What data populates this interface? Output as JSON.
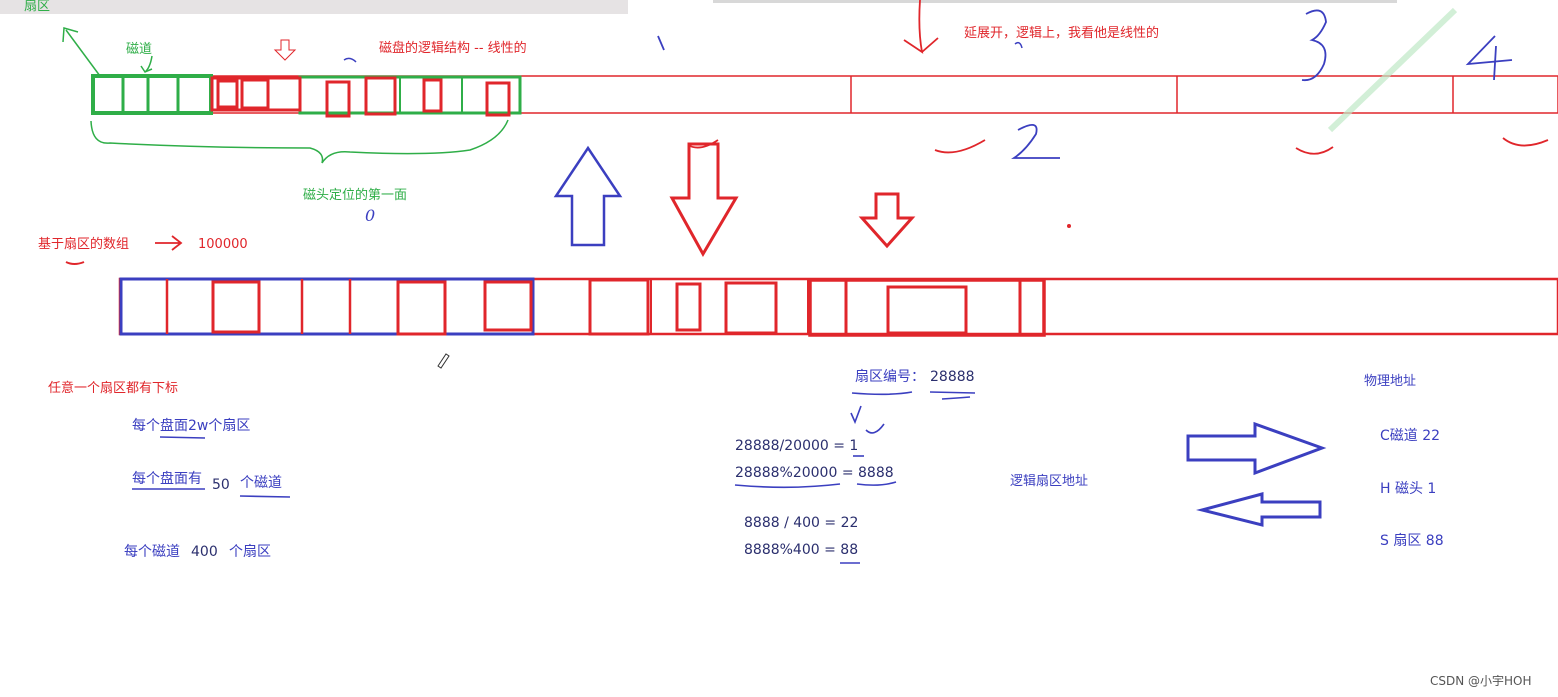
{
  "labels": {
    "sector_top": "扇区",
    "track": "磁道",
    "logical_structure": "磁盘的逻辑结构 -- 线性的",
    "extend": "延展开，逻辑上，我看他是线性的",
    "head_first_face": "磁头定位的第一面",
    "zero_mark": "0",
    "array_label": "基于扇区的数组",
    "array_count": "100000",
    "index_note": "任意一个扇区都有下标",
    "per_face": "每个盘面2w个扇区",
    "per_face_tracks_a": "每个盘面有",
    "per_face_tracks_num": "50",
    "per_face_tracks_b": "个磁道",
    "per_track": "每个磁道",
    "per_track_num": "400",
    "per_track_b": "个扇区",
    "sector_no_label": "扇区编号：",
    "sector_no_value": "28888",
    "calc1": "28888/20000 = 1",
    "calc2": "28888%20000 = 8888",
    "calc3": "8888 / 400 = 22",
    "calc4": "8888%400 = 88",
    "logical_addr": "逻辑扇区地址",
    "physical_addr": "物理地址",
    "c_line": "C磁道   22",
    "h_line": "H 磁头   1",
    "s_line": "S 扇区    88",
    "num1": "1",
    "num2": "2",
    "num3": "3",
    "num4": "4",
    "watermark": "CSDN @小宇HOH"
  },
  "colors": {
    "red": "#e0262b",
    "green": "#2fae48",
    "blue": "#3b3fc0"
  }
}
